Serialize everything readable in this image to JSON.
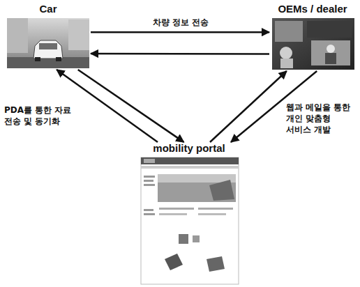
{
  "diagram": {
    "nodes": [
      {
        "text": [
          "Car"
        ]
      },
      {
        "text": [
          "OEMs / dealer"
        ]
      },
      {
        "text": [
          "mobility portal"
        ]
      }
    ],
    "edges": [
      {
        "from": 0,
        "to": 1,
        "arrow": "to",
        "label": "차량 정보 전송"
      },
      {
        "from": 1,
        "to": 0,
        "arrow": "to"
      },
      {
        "from": 2,
        "to": 0,
        "arrow": "to",
        "label": "PDA를 통한 자료 전송 및 동기화"
      },
      {
        "from": 0,
        "to": 2,
        "arrow": "to"
      },
      {
        "from": 2,
        "to": 1,
        "arrow": "to"
      },
      {
        "from": 1,
        "to": 2,
        "arrow": "to",
        "label": "웹과 메일을 통한 개인 맞춤형 서비스 개발"
      }
    ]
  }
}
